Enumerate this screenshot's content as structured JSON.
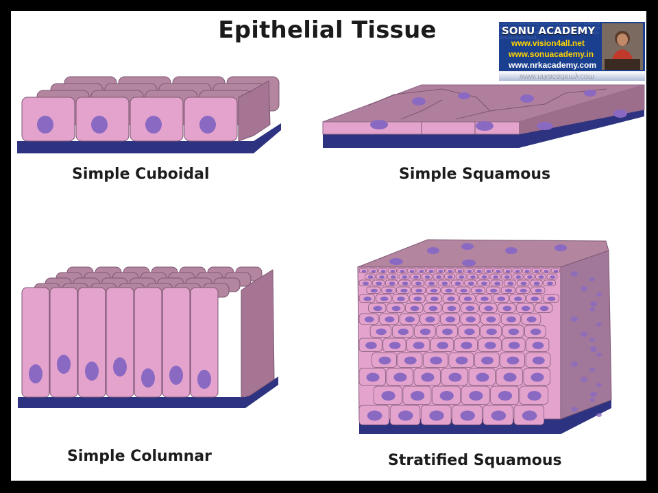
{
  "title": "Epithelial Tissue",
  "labels": {
    "cuboidal": "Simple Cuboidal",
    "squamous": "Simple Squamous",
    "columnar": "Simple Columnar",
    "stratified": "Stratified Squamous"
  },
  "badge": {
    "name": "SONU ACADEMY",
    "url1": "www.vision4all.net",
    "url2": "www.sonuacademy.in",
    "url3": "www.nrkacademy.com",
    "reflection": "www.nrkacademy.com"
  },
  "colors": {
    "cell": "#e3a3cd",
    "cell_side": "#a67594",
    "cell_top": "#b4859f",
    "nucleus": "#8a69c2",
    "membrane": "#2d3380",
    "outline": "#7b5672"
  }
}
